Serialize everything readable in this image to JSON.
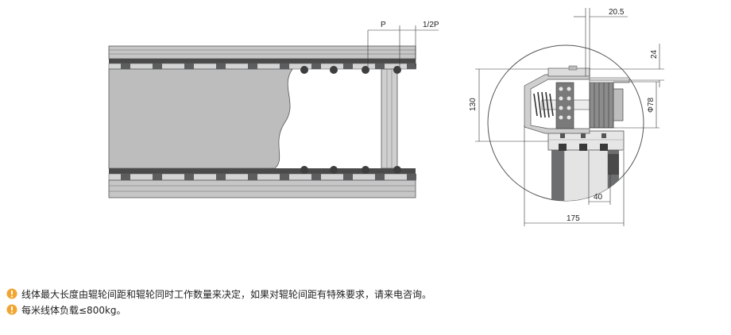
{
  "dimensions": {
    "pitch": "P",
    "half_pitch": "1/2P",
    "top_offset": "20.5",
    "rail_height": "24",
    "frame_height": "130",
    "roller_diameter": "Φ78",
    "side_width": "40",
    "total_width": "175"
  },
  "notes": [
    "线体最大长度由辊轮间距和辊轮同时工作数量来决定，如果对辊轮间距有特殊要求，请来电咨询。",
    "每米线体负载≤800kg。"
  ],
  "colors": {
    "note_icon": "#f2a531",
    "frame_gray": "#b9b9b9",
    "dark_gray": "#58595b",
    "roller": "#5c5d5f"
  }
}
